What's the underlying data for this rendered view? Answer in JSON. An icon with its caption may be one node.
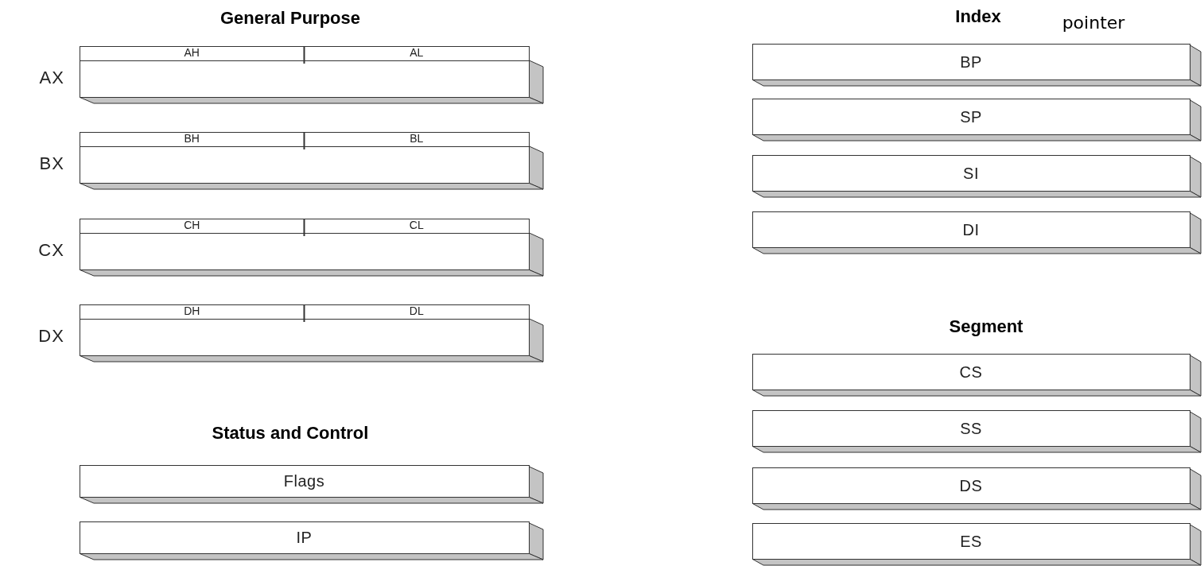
{
  "diagram": {
    "nodes": [
      {
        "text": [
          "AH",
          "AL"
        ],
        "beside": [
          "AX"
        ]
      },
      {
        "text": [
          "BH",
          "BL"
        ],
        "beside": [
          "BX"
        ]
      },
      {
        "text": [
          "CH",
          "CL"
        ],
        "beside": [
          "CX"
        ]
      },
      {
        "text": [
          "DH",
          "DL"
        ],
        "beside": [
          "DX"
        ]
      },
      {
        "text": [
          "Flags"
        ]
      },
      {
        "text": [
          "IP"
        ]
      },
      {
        "text": [
          "BP"
        ]
      },
      {
        "text": [
          "SP"
        ]
      },
      {
        "text": [
          "SI"
        ]
      },
      {
        "text": [
          "DI"
        ]
      },
      {
        "text": [
          "CS"
        ]
      },
      {
        "text": [
          "SS"
        ]
      },
      {
        "text": [
          "DS"
        ]
      },
      {
        "text": [
          "ES"
        ]
      }
    ],
    "labels": [
      "General Purpose",
      "Index",
      "pointer",
      "Segment",
      "Status and Control"
    ]
  }
}
